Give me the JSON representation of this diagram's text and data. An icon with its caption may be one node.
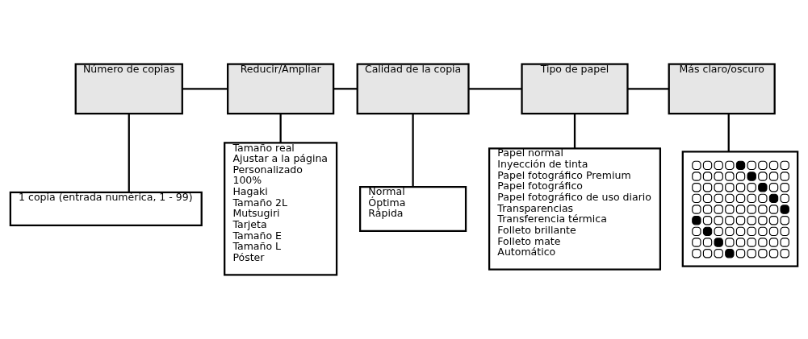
{
  "diagram": {
    "nodes": [
      {
        "text": [
          "Número de copias"
        ]
      },
      {
        "text": [
          "Reducir/Ampliar"
        ]
      },
      {
        "text": [
          "Calidad de la copia"
        ]
      },
      {
        "text": [
          "Tipo de papel"
        ]
      },
      {
        "text": [
          "Más claro/oscuro"
        ]
      },
      {
        "text": [
          "1 copia (entrada numérica, 1 - 99)"
        ]
      },
      {
        "text": [
          "Tamaño real",
          "Ajustar a la página",
          "Personalizado",
          "100%",
          "Hagaki",
          "Tamaño 2L",
          "Mutsugiri",
          "Tarjeta",
          "Tamaño E",
          "Tamaño L",
          "Póster"
        ]
      },
      {
        "text": [
          "Normal",
          "Óptima",
          "Rápida"
        ]
      },
      {
        "text": [
          "Papel normal",
          "Inyección de tinta",
          "Papel fotográfico Premium",
          "Papel fotográfico",
          "Papel fotográfico de uso diario",
          "Transparencias",
          "Transferencia térmica",
          "Folleto brillante",
          "Folleto mate",
          "Automático"
        ]
      },
      {
        "text": [],
        "shape": "picture"
      }
    ],
    "edges": [
      {
        "from": 0,
        "to": 1,
        "arrow": "none"
      },
      {
        "from": 1,
        "to": 2,
        "arrow": "none"
      },
      {
        "from": 2,
        "to": 3,
        "arrow": "none"
      },
      {
        "from": 3,
        "to": 4,
        "arrow": "none"
      },
      {
        "from": 0,
        "to": 5,
        "arrow": "none"
      },
      {
        "from": 1,
        "to": 6,
        "arrow": "none"
      },
      {
        "from": 2,
        "to": 7,
        "arrow": "none"
      },
      {
        "from": 3,
        "to": 8,
        "arrow": "none"
      },
      {
        "from": 4,
        "to": 9,
        "arrow": "none"
      }
    ]
  }
}
